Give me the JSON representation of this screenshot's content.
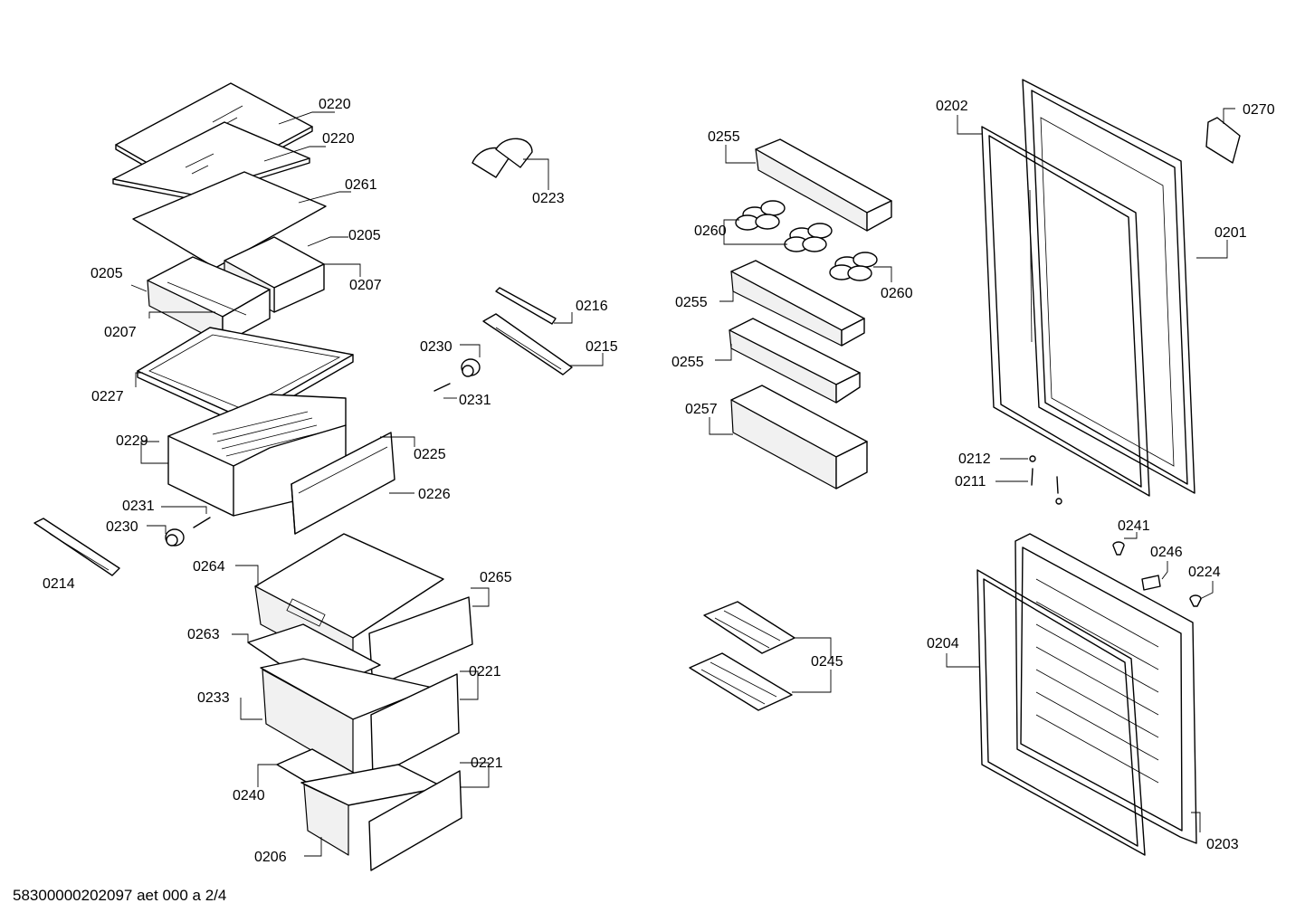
{
  "footer": "58300000202097 aet 000 a 2/4",
  "labels": {
    "p0220a": "0220",
    "p0220b": "0220",
    "p0261": "0261",
    "p0205a": "0205",
    "p0205b": "0205",
    "p0207a": "0207",
    "p0207b": "0207",
    "p0227": "0227",
    "p0229": "0229",
    "p0225": "0225",
    "p0226": "0226",
    "p0231a": "0231",
    "p0230a": "0230",
    "p0214": "0214",
    "p0223": "0223",
    "p0216": "0216",
    "p0215": "0215",
    "p0230b": "0230",
    "p0231b": "0231",
    "p0264": "0264",
    "p0265": "0265",
    "p0263": "0263",
    "p0233": "0233",
    "p0221a": "0221",
    "p0240": "0240",
    "p0221b": "0221",
    "p0206": "0206",
    "p0255a": "0255",
    "p0260a": "0260",
    "p0260b": "0260",
    "p0255b": "0255",
    "p0255c": "0255",
    "p0257": "0257",
    "p0245": "0245",
    "p0202": "0202",
    "p0270": "0270",
    "p0201": "0201",
    "p0212": "0212",
    "p0211": "0211",
    "p0241": "0241",
    "p0246": "0246",
    "p0224": "0224",
    "p0204": "0204",
    "p0203": "0203"
  }
}
